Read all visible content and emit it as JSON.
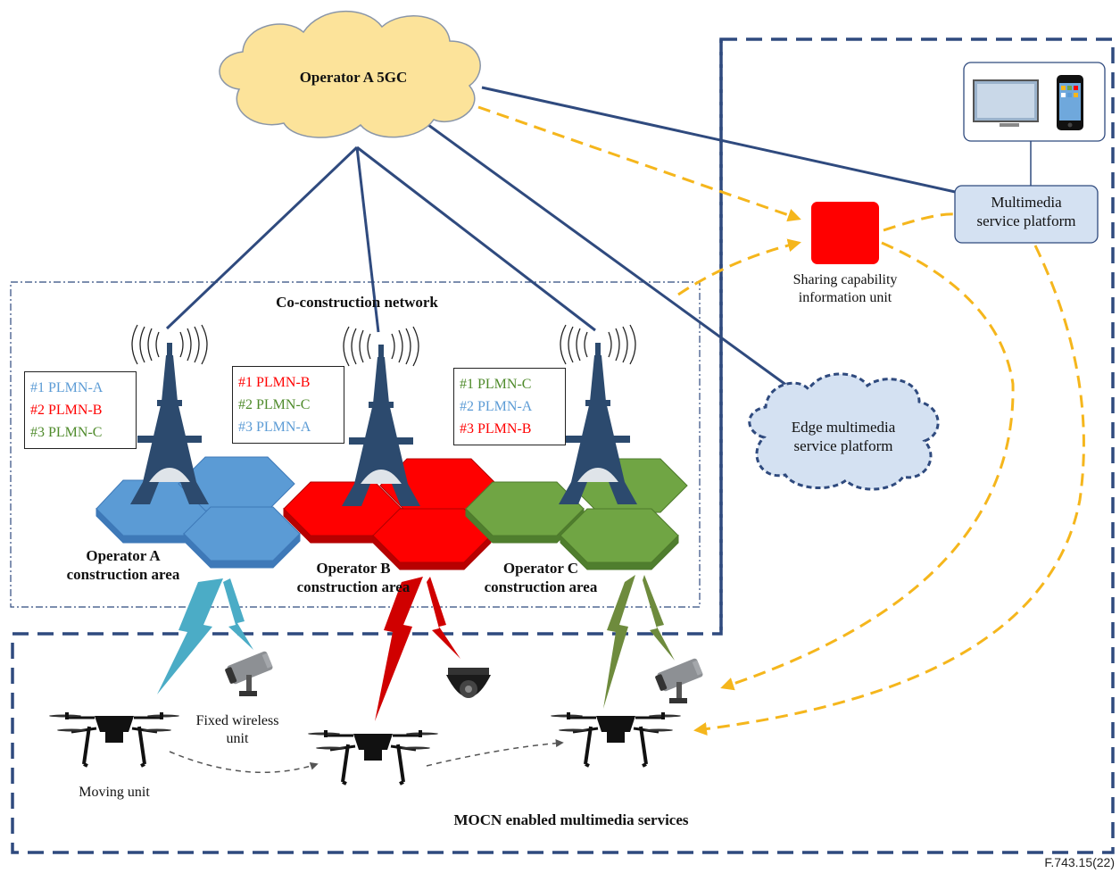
{
  "core": {
    "label": "Operator A 5GC"
  },
  "colors": {
    "navy": "#2F4A7E",
    "orange": "#F5B61C",
    "cloud_fill": "#FCE39A",
    "blue": "#5B9BD5",
    "red": "#FF0000",
    "green": "#70A544",
    "text_blue": "#5B9BD5",
    "text_red": "#FF0000",
    "text_green": "#4E8A2A"
  },
  "co_construction": {
    "title": "Co-construction network"
  },
  "plmn_lists": [
    {
      "id": "a",
      "entries": [
        {
          "text": "#1 PLMN-A",
          "color": "#5B9BD5"
        },
        {
          "text": "#2 PLMN-B",
          "color": "#FF0000"
        },
        {
          "text": "#3 PLMN-C",
          "color": "#4E8A2A"
        }
      ]
    },
    {
      "id": "b",
      "entries": [
        {
          "text": "#1 PLMN-B",
          "color": "#FF0000"
        },
        {
          "text": "#2 PLMN-C",
          "color": "#4E8A2A"
        },
        {
          "text": "#3 PLMN-A",
          "color": "#5B9BD5"
        }
      ]
    },
    {
      "id": "c",
      "entries": [
        {
          "text": "#1 PLMN-C",
          "color": "#4E8A2A"
        },
        {
          "text": "#2 PLMN-A",
          "color": "#5B9BD5"
        },
        {
          "text": "#3 PLMN-B",
          "color": "#FF0000"
        }
      ]
    }
  ],
  "areas": {
    "a": [
      "Operator A",
      "construction area"
    ],
    "b": [
      "Operator B",
      "construction area"
    ],
    "c": [
      "Operator C",
      "construction area"
    ]
  },
  "sharing_unit": [
    "Sharing capability",
    "information unit"
  ],
  "multimedia_platform": [
    "Multimedia",
    "service platform"
  ],
  "edge_platform": [
    "Edge multimedia",
    "service platform"
  ],
  "units": {
    "fixed": [
      "Fixed wireless",
      "unit"
    ],
    "moving": "Moving unit"
  },
  "services_title": "MOCN enabled multimedia services",
  "figure_id": "F.743.15(22)",
  "icons": [
    "cell-tower-icon",
    "drone-icon",
    "cctv-camera-icon",
    "dome-camera-icon",
    "monitor-icon",
    "smartphone-icon",
    "lightning-link-icon"
  ]
}
